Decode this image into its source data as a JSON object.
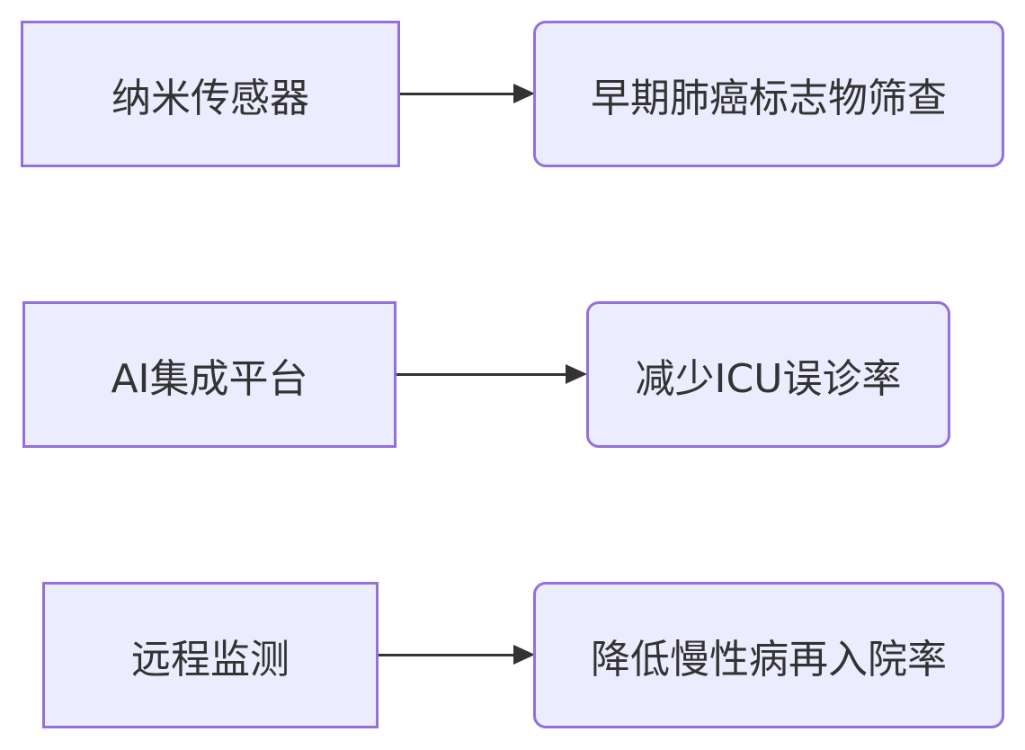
{
  "colors": {
    "node_fill": "#ececff",
    "node_border": "#9370db",
    "edge": "#333333",
    "text": "#333333"
  },
  "rows": [
    {
      "source": "纳米传感器",
      "target": "早期肺癌标志物筛查"
    },
    {
      "source": "AI集成平台",
      "target": "减少ICU误诊率"
    },
    {
      "source": "远程监测",
      "target": "降低慢性病再入院率"
    }
  ]
}
